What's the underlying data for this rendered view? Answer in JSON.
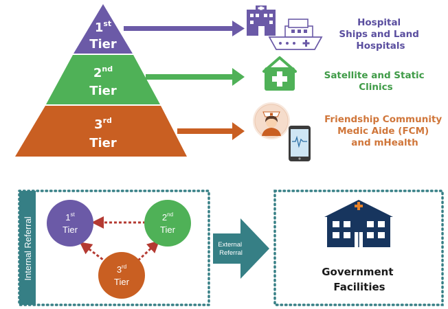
{
  "colors": {
    "tier1": "#6b5aa7",
    "tier2": "#4fb157",
    "tier3": "#c95f22",
    "teal": "#367f85",
    "navy": "#17355e",
    "tier1_text": "#5a4e9f",
    "tier2_text": "#3f9b47",
    "tier3_text": "#d0763a"
  },
  "pyramid": {
    "tier1": {
      "num": "1",
      "sup": "st",
      "word": "Tier"
    },
    "tier2": {
      "num": "2",
      "sup": "nd",
      "word": "Tier"
    },
    "tier3": {
      "num": "3",
      "sup": "rd",
      "word": "Tier"
    }
  },
  "labels": {
    "tier1": [
      "Hospital",
      "Ships and Land",
      "Hospitals"
    ],
    "tier2": [
      "Satellite and Static",
      "Clinics"
    ],
    "tier3": [
      "Friendship Community",
      "Medic Aide (FCM)",
      "and mHealth"
    ]
  },
  "icons": {
    "tier1": [
      "hospital-building-icon",
      "hospital-ship-icon"
    ],
    "tier2": "clinic-house-icon",
    "tier3": [
      "nurse-icon",
      "tablet-icon"
    ],
    "government": "government-building-icon"
  },
  "referral": {
    "internal_label": "Internal Referral",
    "external_label": [
      "External",
      "Referral"
    ],
    "government_label": [
      "Government",
      "Facilities"
    ],
    "circles": {
      "tier1": {
        "num": "1",
        "sup": "st",
        "word": "Tier"
      },
      "tier2": {
        "num": "2",
        "sup": "nd",
        "word": "Tier"
      },
      "tier3": {
        "num": "3",
        "sup": "rd",
        "word": "Tier"
      }
    }
  }
}
